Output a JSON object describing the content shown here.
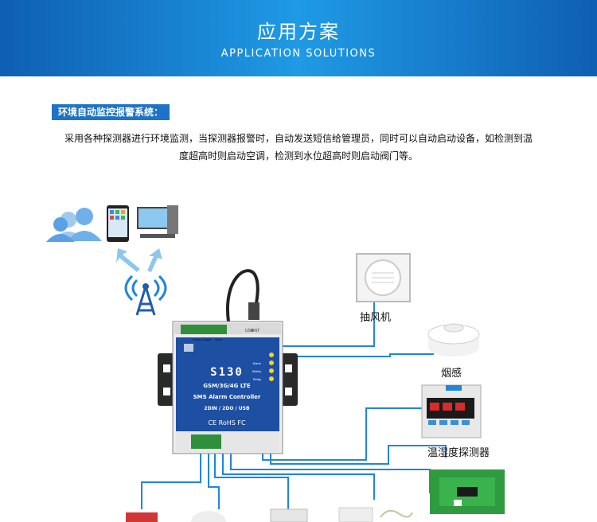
{
  "banner": {
    "title": "应用方案",
    "subtitle": "APPLICATION SOLUTIONS"
  },
  "section": {
    "tag": "环境自动监控报警系统：",
    "description_line1": "采用各种探测器进行环境监测，当探测器报警时，自动发送短信给管理员，同时可以自动启动设备，如检测到温",
    "description_line2": "度超高时则启动空调，检测到水位超高时则启动阀门等。"
  },
  "device": {
    "model": "S130",
    "network": "GSM/3G/4G LTE",
    "product": "SMS Alarm Controller",
    "io": "2DIN / 2DO / USB",
    "cert": "CE RoHS FC",
    "port_usb": "USB",
    "port_ant": "ANT",
    "terminal_relay": "Relay Output",
    "terminal_siren": "Siren",
    "led_labels": [
      "",
      "Alarm",
      "Status",
      "Relay"
    ]
  },
  "labels": {
    "fan": "抽风机",
    "smoke": "烟感",
    "temp_humidity": "温湿度探测器"
  },
  "colors": {
    "banner": "#1a8ad6",
    "tag": "#1e73c8",
    "wire": "#1f86dc",
    "device_blue": "#1d4fa3",
    "arrow": "#8ec7ee"
  }
}
